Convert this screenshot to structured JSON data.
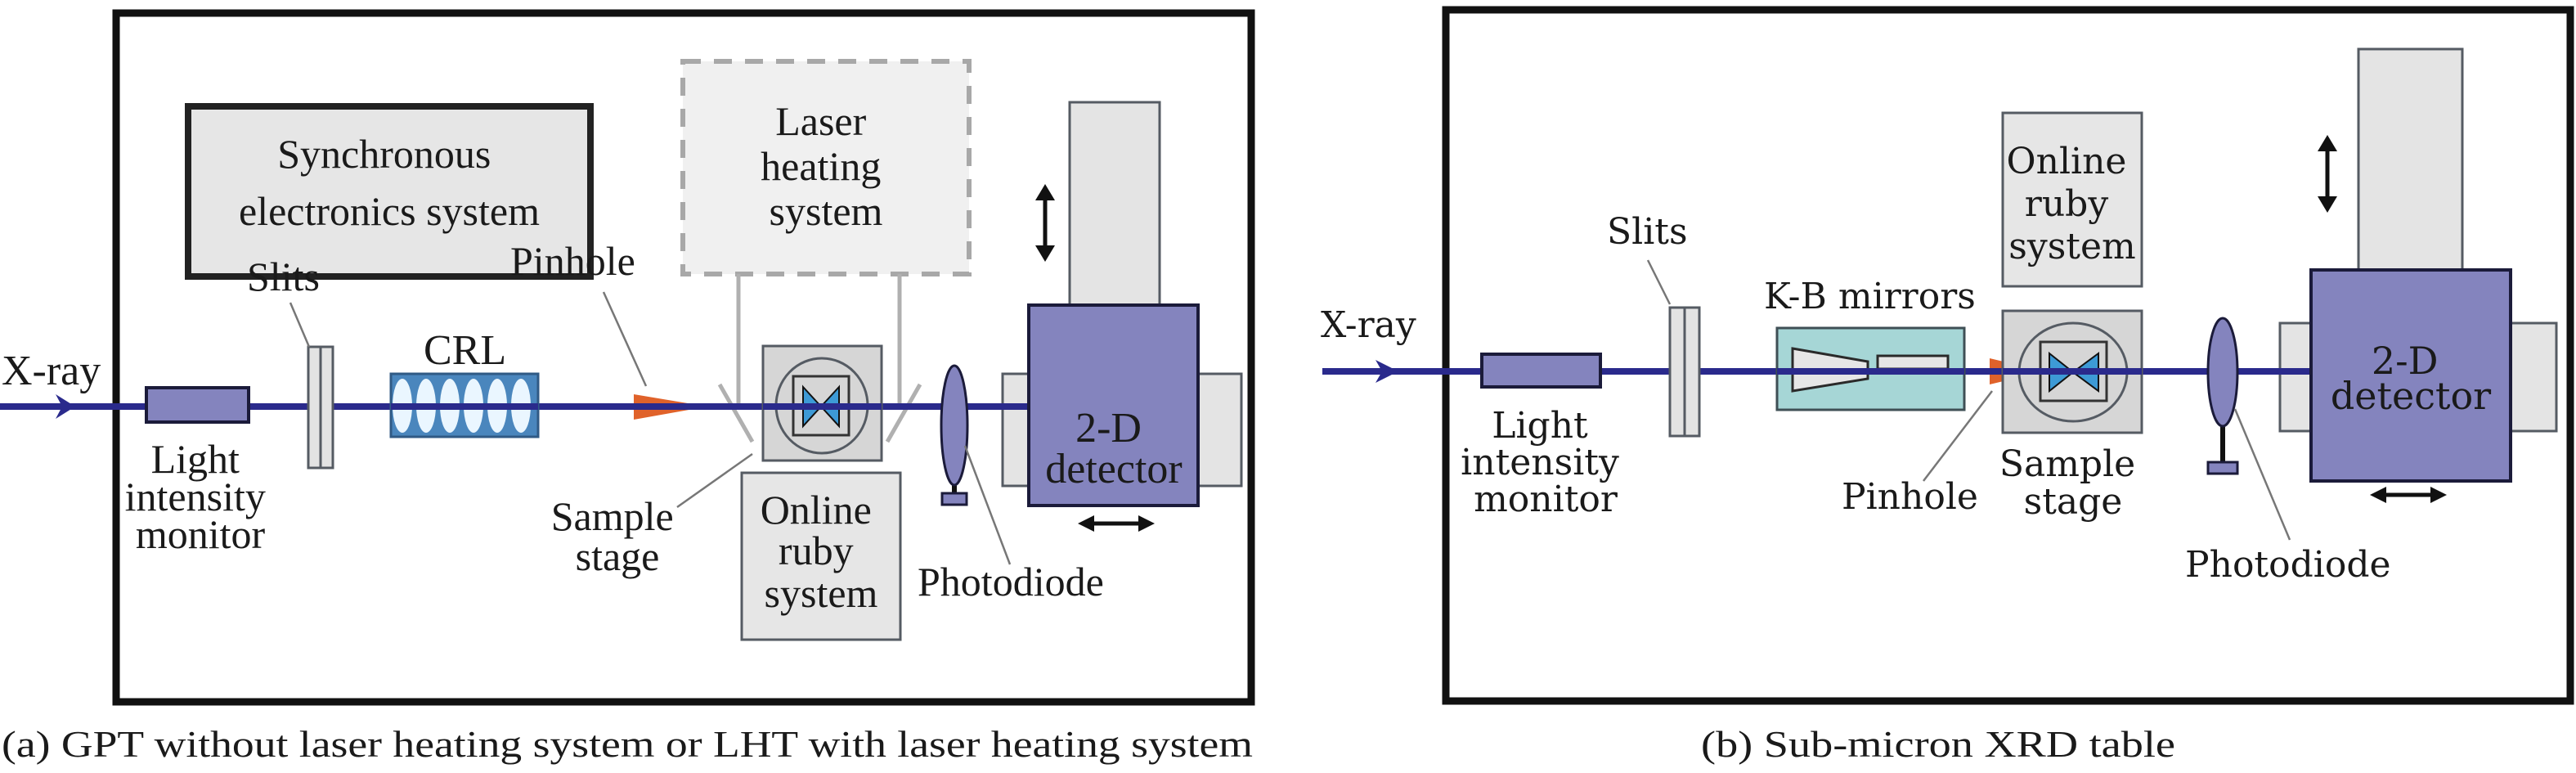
{
  "figure": {
    "panel_a": {
      "caption": "(a) GPT without laser heating system or LHT with laser heating system",
      "labels": {
        "synchronous": [
          "Synchronous",
          "electronics system"
        ],
        "laser_heating": [
          "Laser",
          "heating",
          "system"
        ],
        "xray": "X-ray",
        "slits": "Slits",
        "crl": "CRL",
        "pinhole": "Pinhole",
        "light_monitor": [
          "Light",
          "intensity",
          "monitor"
        ],
        "sample_stage": [
          "Sample",
          "stage"
        ],
        "online_ruby": [
          "Online",
          "ruby",
          "system"
        ],
        "photodiode": "Photodiode",
        "detector": [
          "2-D",
          "detector"
        ]
      }
    },
    "panel_b": {
      "caption": "(b) Sub-micron XRD table",
      "labels": {
        "xray": "X-ray",
        "slits": "Slits",
        "kb_mirrors": "K-B mirrors",
        "pinhole": "Pinhole",
        "light_monitor": [
          "Light",
          "intensity",
          "monitor"
        ],
        "sample_stage": [
          "Sample",
          "stage"
        ],
        "online_ruby": [
          "Online",
          "ruby",
          "system"
        ],
        "photodiode": "Photodiode",
        "detector": [
          "2-D",
          "detector"
        ]
      }
    },
    "colors": {
      "beam": "#2a2a8c",
      "detector": "#8484be",
      "pinhole": "#e0622a",
      "anvil": "#3d9ad6",
      "kb_box": "#a6d6d6",
      "crl": "#4a86bd"
    }
  }
}
